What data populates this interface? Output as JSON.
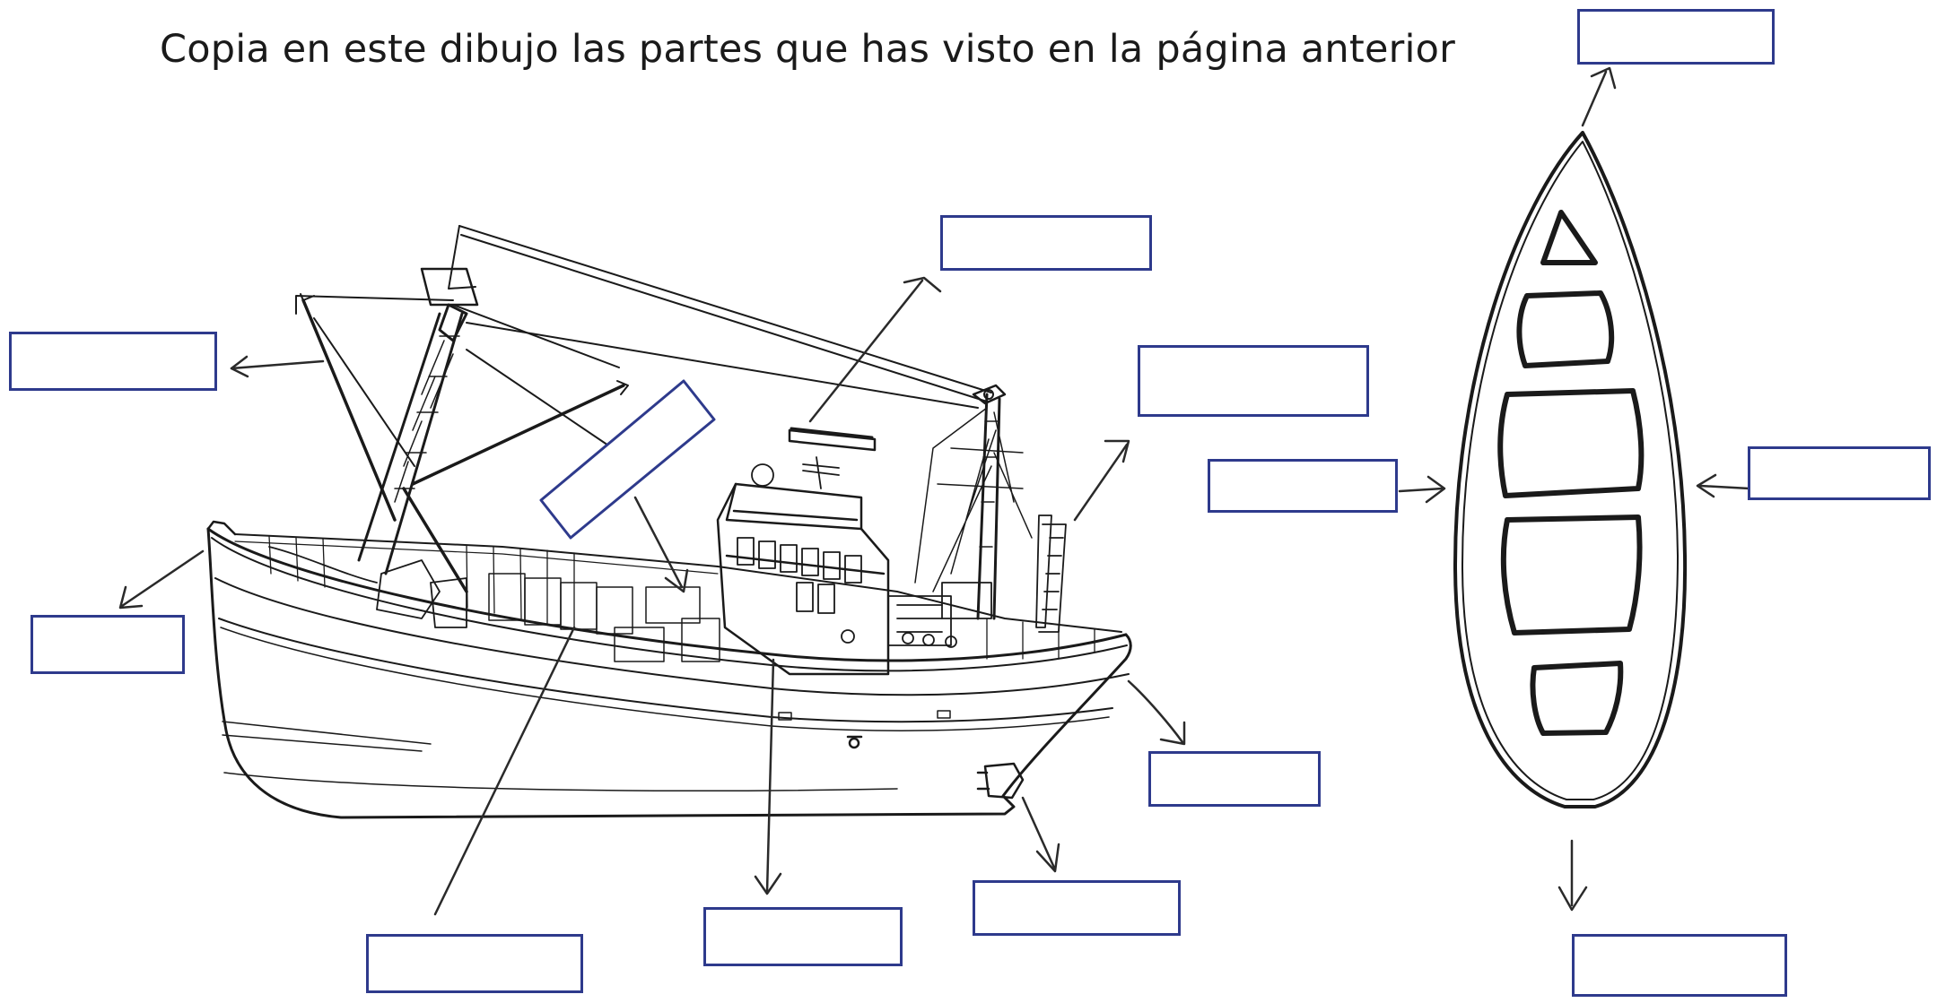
{
  "instruction": "Copia en este dibujo las partes que has visto en la página anterior",
  "colors": {
    "box_border": "#2e3a8c",
    "ink": "#1a1a1a",
    "arrow": "#2a2a2a",
    "paper": "#ffffff"
  },
  "answer_boxes": [
    {
      "id": "box-top-left",
      "value": ""
    },
    {
      "id": "box-left-stern",
      "value": ""
    },
    {
      "id": "box-upper-mid",
      "value": ""
    },
    {
      "id": "box-right-mast",
      "value": ""
    },
    {
      "id": "box-stem",
      "value": ""
    },
    {
      "id": "box-keel-left",
      "value": ""
    },
    {
      "id": "box-keel-mid",
      "value": ""
    },
    {
      "id": "box-rudder",
      "value": ""
    },
    {
      "id": "box-hull-side",
      "value": ""
    },
    {
      "id": "box-plan-top",
      "value": ""
    },
    {
      "id": "box-plan-left",
      "value": ""
    },
    {
      "id": "box-plan-right",
      "value": ""
    },
    {
      "id": "box-plan-bottom",
      "value": ""
    }
  ]
}
